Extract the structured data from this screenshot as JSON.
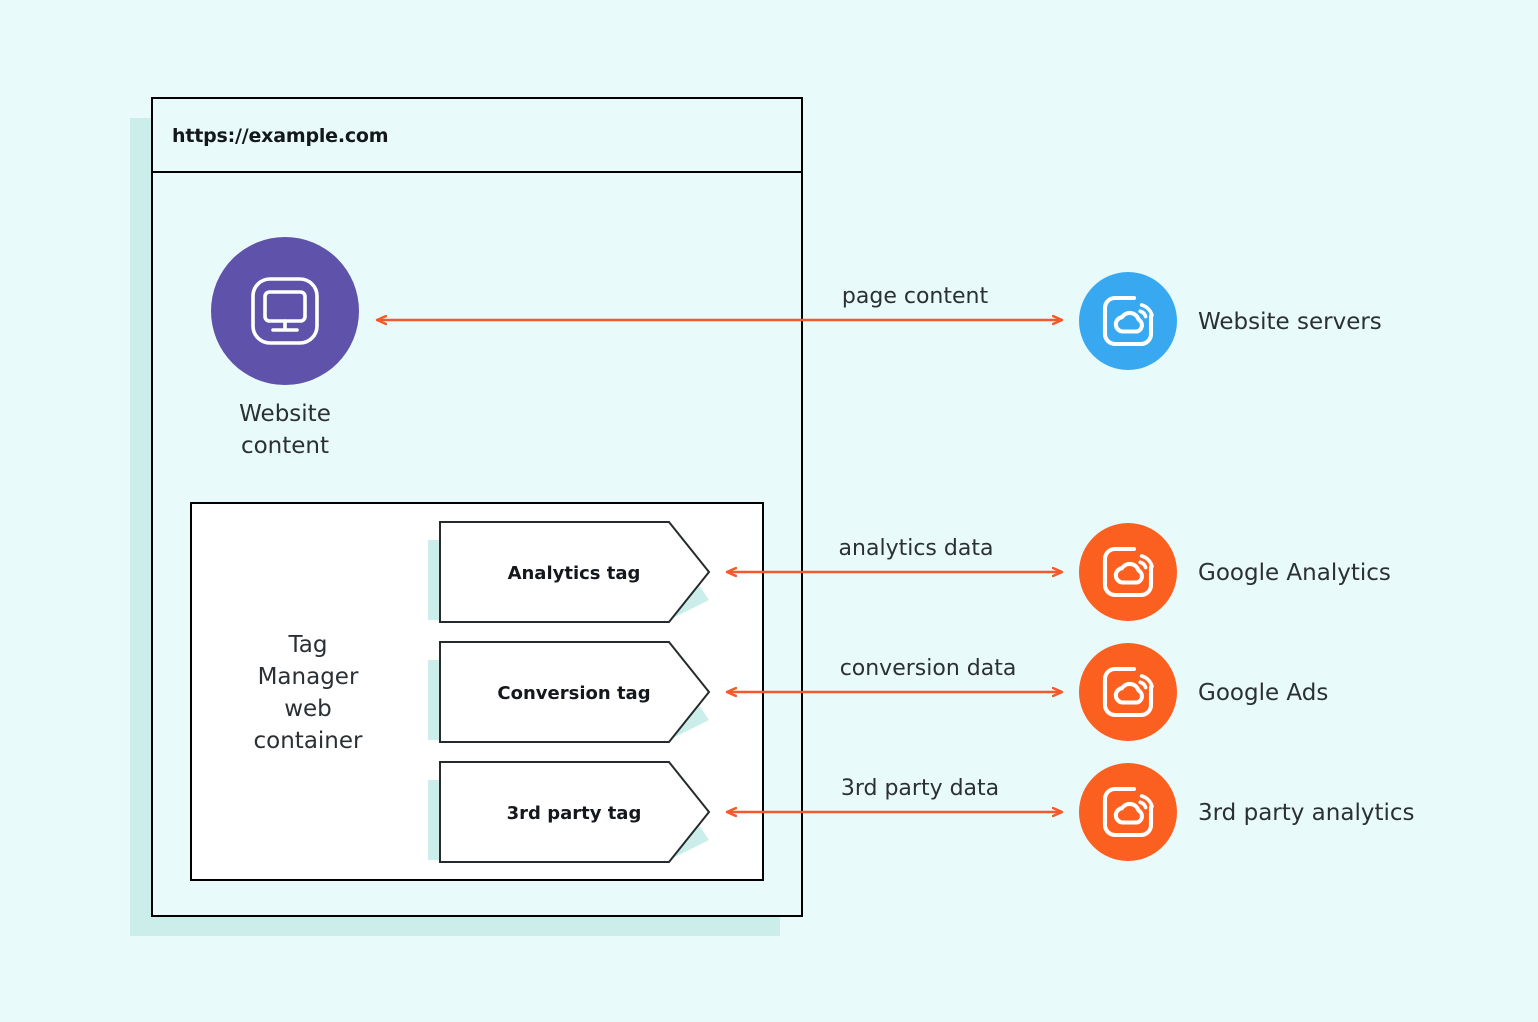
{
  "page": {
    "background_color": "#e8fbfa",
    "shadow_color": "#cceeea"
  },
  "browser_window": {
    "url": "https://example.com",
    "border_color": "#000000",
    "body_fill": "#e8fbfa"
  },
  "website_node": {
    "icon": "monitor-icon",
    "circle_color": "#5f52ab",
    "label_line1": "Website",
    "label_line2": "content"
  },
  "tag_container": {
    "label_line1": "Tag",
    "label_line2": "Manager",
    "label_line3": "web",
    "label_line4": "container",
    "fill": "#ffffff",
    "tags": [
      {
        "label": "Analytics tag",
        "name": "analytics-tag"
      },
      {
        "label": "Conversion tag",
        "name": "conversion-tag"
      },
      {
        "label": "3rd party tag",
        "name": "third-party-tag"
      }
    ]
  },
  "flows": [
    {
      "label": "page content",
      "arrow_color": "#f4592b"
    },
    {
      "label": "analytics data",
      "arrow_color": "#f4592b"
    },
    {
      "label": "conversion data",
      "arrow_color": "#f4592b"
    },
    {
      "label": "3rd party data",
      "arrow_color": "#f4592b"
    }
  ],
  "endpoints": [
    {
      "label": "Website servers",
      "circle_color": "#38a9f0",
      "icon": "cloud-signal-icon"
    },
    {
      "label": "Google Analytics",
      "circle_color": "#fc6020",
      "icon": "cloud-signal-icon"
    },
    {
      "label": "Google Ads",
      "circle_color": "#fc6020",
      "icon": "cloud-signal-icon"
    },
    {
      "label": "3rd party analytics",
      "circle_color": "#fc6020",
      "icon": "cloud-signal-icon"
    }
  ]
}
